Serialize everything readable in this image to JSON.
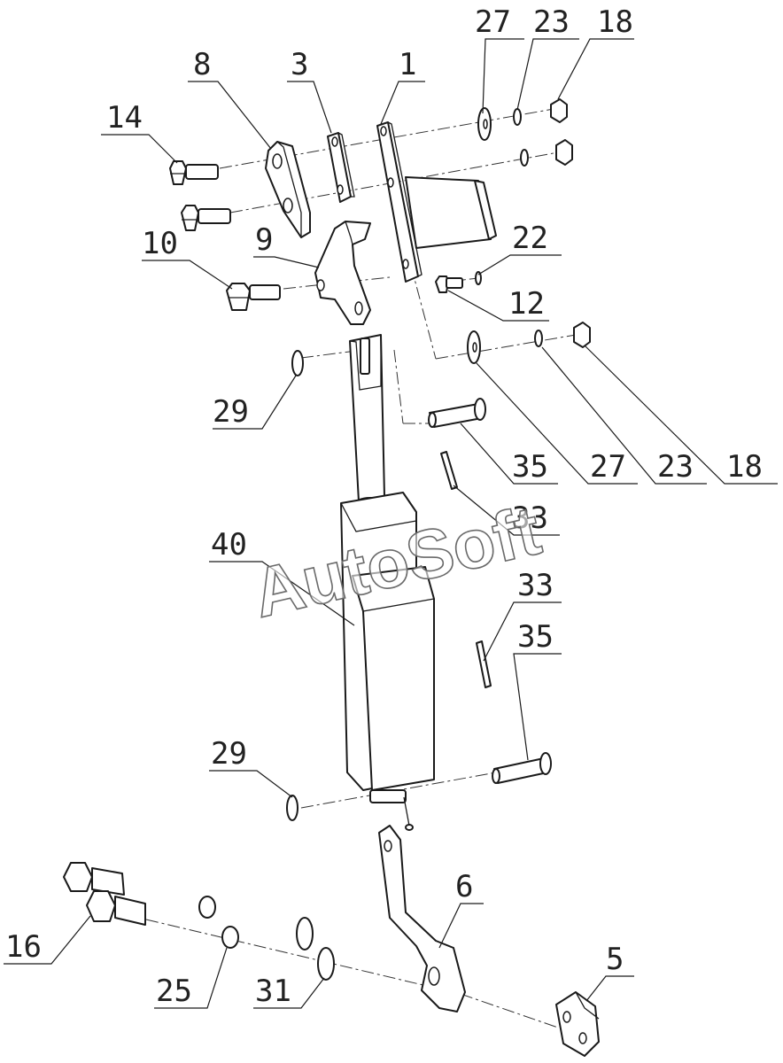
{
  "watermark": "AutoSoft",
  "callouts": [
    {
      "id": "c27a",
      "label": "27"
    },
    {
      "id": "c23a",
      "label": "23"
    },
    {
      "id": "c18a",
      "label": "18"
    },
    {
      "id": "c8",
      "label": "8"
    },
    {
      "id": "c3",
      "label": "3"
    },
    {
      "id": "c1",
      "label": "1"
    },
    {
      "id": "c14",
      "label": "14"
    },
    {
      "id": "c10",
      "label": "10"
    },
    {
      "id": "c9",
      "label": "9"
    },
    {
      "id": "c22",
      "label": "22"
    },
    {
      "id": "c12",
      "label": "12"
    },
    {
      "id": "c29a",
      "label": "29"
    },
    {
      "id": "c27b",
      "label": "27"
    },
    {
      "id": "c23b",
      "label": "23"
    },
    {
      "id": "c18b",
      "label": "18"
    },
    {
      "id": "c35a",
      "label": "35"
    },
    {
      "id": "c33a",
      "label": "33"
    },
    {
      "id": "c40",
      "label": "40"
    },
    {
      "id": "c33b",
      "label": "33"
    },
    {
      "id": "c35b",
      "label": "35"
    },
    {
      "id": "c29b",
      "label": "29"
    },
    {
      "id": "c6",
      "label": "6"
    },
    {
      "id": "c16",
      "label": "16"
    },
    {
      "id": "c25",
      "label": "25"
    },
    {
      "id": "c31",
      "label": "31"
    },
    {
      "id": "c5",
      "label": "5"
    }
  ]
}
